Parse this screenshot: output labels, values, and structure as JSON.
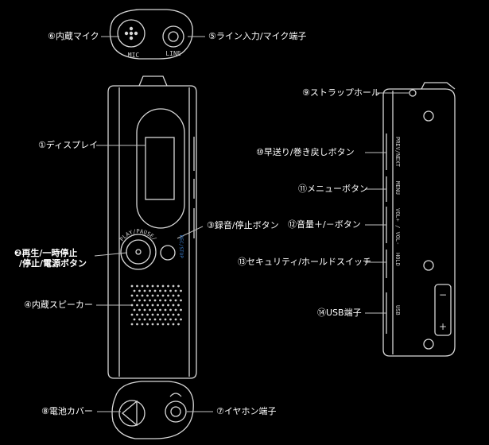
{
  "labels": {
    "mic": "⑥内蔵マイク",
    "line_in": "⑤ライン入力/マイク端子",
    "display": "①ディスプレイ",
    "rec_stop": "③録音/停止ボタン",
    "play_line1": "❷再生/一時停止",
    "play_line2": "/停止/電源ボタン",
    "speaker": "④内蔵スピーカー",
    "battery": "⑧電池カバー",
    "earphone": "⑦イヤホン端子",
    "strap": "⑨ストラップホール",
    "prev_next": "⑩早送り/巻き戻しボタン",
    "menu_btn": "⑪メニューボタン",
    "volume": "⑫音量＋/－ボタン",
    "security": "⑬セキュリティ/ホールドスイッチ",
    "usb": "⑭USB端子"
  },
  "device_text": {
    "mic": "MIC",
    "line": "LINE",
    "play_ring": "PLAY/PAUSE/STOP",
    "rec_ring": "REC/STOP",
    "prev_next": "PREV/NEXT",
    "menu": "MENU",
    "vol": "VOL+ / VOL-",
    "hold": "HOLD",
    "usb": "USB"
  },
  "colors": {
    "background": "#000000",
    "outline": "#d8d8d8",
    "label": "#ffffff",
    "rec_text": "#3a7fd0"
  }
}
